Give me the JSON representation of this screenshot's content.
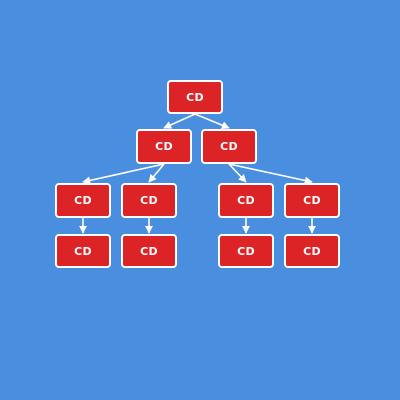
{
  "colors": {
    "background": "#4a8ee0",
    "node_fill": "#dc2427",
    "node_border": "#ffffff",
    "edge": "#ffffff",
    "label": "#ffffff"
  },
  "nodes": [
    {
      "id": "n0",
      "label": "CD"
    },
    {
      "id": "n1",
      "label": "CD"
    },
    {
      "id": "n2",
      "label": "CD"
    },
    {
      "id": "n3",
      "label": "CD"
    },
    {
      "id": "n4",
      "label": "CD"
    },
    {
      "id": "n5",
      "label": "CD"
    },
    {
      "id": "n6",
      "label": "CD"
    },
    {
      "id": "n7",
      "label": "CD"
    },
    {
      "id": "n8",
      "label": "CD"
    },
    {
      "id": "n9",
      "label": "CD"
    },
    {
      "id": "n10",
      "label": "CD"
    }
  ],
  "edges": [
    {
      "from": "n0",
      "to": "n1"
    },
    {
      "from": "n0",
      "to": "n2"
    },
    {
      "from": "n1",
      "to": "n3"
    },
    {
      "from": "n1",
      "to": "n4"
    },
    {
      "from": "n2",
      "to": "n5"
    },
    {
      "from": "n2",
      "to": "n6"
    },
    {
      "from": "n3",
      "to": "n7"
    },
    {
      "from": "n4",
      "to": "n8"
    },
    {
      "from": "n5",
      "to": "n9"
    },
    {
      "from": "n6",
      "to": "n10"
    }
  ]
}
